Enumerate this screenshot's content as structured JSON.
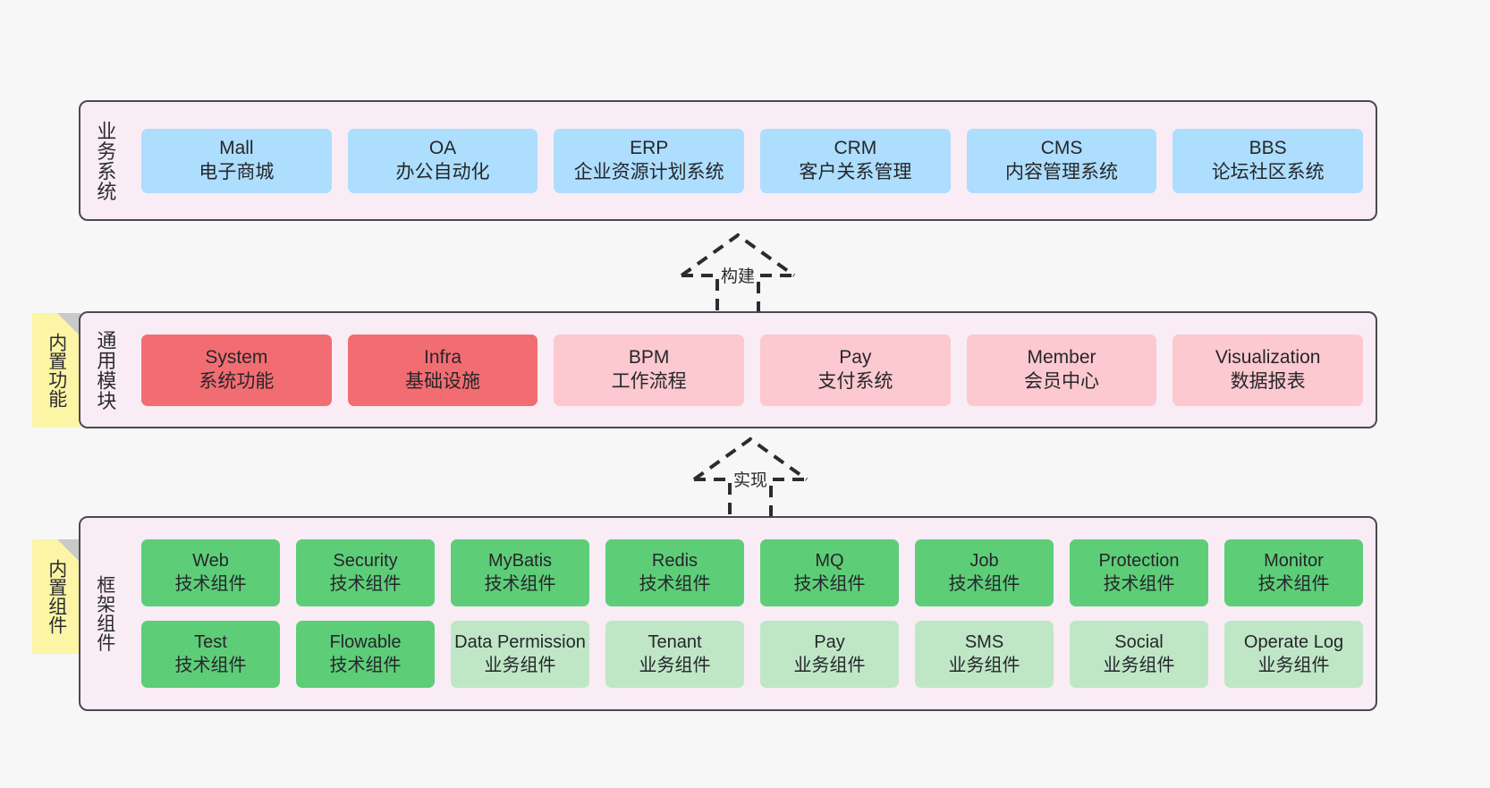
{
  "diagram": {
    "title": "Layered architecture: business systems / common modules / framework components",
    "background_color": "#f7f7f7"
  },
  "notes": [
    {
      "id": "builtin-features",
      "label": "内置功能",
      "color": "#fcf5a6"
    },
    {
      "id": "builtin-components",
      "label": "内置组件",
      "color": "#fcf5a6"
    }
  ],
  "connectors": [
    {
      "id": "build",
      "label": "构建",
      "style": "dashed-hollow-arrow-up"
    },
    {
      "id": "implement",
      "label": "实现",
      "style": "dashed-hollow-arrow-up"
    }
  ],
  "layers": [
    {
      "id": "business-system",
      "title": "业务系统",
      "fill": "#f9ecf5",
      "border": "#4a4a4f",
      "rows": [
        {
          "cells": [
            {
              "en": "Mall",
              "cn": "电子商城",
              "color": "#addefd"
            },
            {
              "en": "OA",
              "cn": "办公自动化",
              "color": "#addefd"
            },
            {
              "en": "ERP",
              "cn": "企业资源计划系统",
              "color": "#addefd"
            },
            {
              "en": "CRM",
              "cn": "客户关系管理",
              "color": "#addefd"
            },
            {
              "en": "CMS",
              "cn": "内容管理系统",
              "color": "#addefd"
            },
            {
              "en": "BBS",
              "cn": "论坛社区系统",
              "color": "#addefd"
            }
          ]
        }
      ]
    },
    {
      "id": "common-module",
      "title": "通用模块",
      "fill": "#f9ecf5",
      "border": "#4a4a4f",
      "rows": [
        {
          "cells": [
            {
              "en": "System",
              "cn": "系统功能",
              "color": "#f26d71"
            },
            {
              "en": "Infra",
              "cn": "基础设施",
              "color": "#f26d71"
            },
            {
              "en": "BPM",
              "cn": "工作流程",
              "color": "#fbc9cf"
            },
            {
              "en": "Pay",
              "cn": "支付系统",
              "color": "#fbc9cf"
            },
            {
              "en": "Member",
              "cn": "会员中心",
              "color": "#fbc9cf"
            },
            {
              "en": "Visualization",
              "cn": "数据报表",
              "color": "#fbc9cf"
            }
          ]
        }
      ]
    },
    {
      "id": "framework-component",
      "title": "框架组件",
      "fill": "#f9ecf5",
      "border": "#4a4a4f",
      "rows": [
        {
          "cells": [
            {
              "en": "Web",
              "cn": "技术组件",
              "color": "#5ecd78"
            },
            {
              "en": "Security",
              "cn": "技术组件",
              "color": "#5ecd78"
            },
            {
              "en": "MyBatis",
              "cn": "技术组件",
              "color": "#5ecd78"
            },
            {
              "en": "Redis",
              "cn": "技术组件",
              "color": "#5ecd78"
            },
            {
              "en": "MQ",
              "cn": "技术组件",
              "color": "#5ecd78"
            },
            {
              "en": "Job",
              "cn": "技术组件",
              "color": "#5ecd78"
            },
            {
              "en": "Protection",
              "cn": "技术组件",
              "color": "#5ecd78"
            },
            {
              "en": "Monitor",
              "cn": "技术组件",
              "color": "#5ecd78"
            }
          ]
        },
        {
          "cells": [
            {
              "en": "Test",
              "cn": "技术组件",
              "color": "#5ecd78"
            },
            {
              "en": "Flowable",
              "cn": "技术组件",
              "color": "#5ecd78"
            },
            {
              "en": "Data Permission",
              "cn": "业务组件",
              "color": "#bfe7c6"
            },
            {
              "en": "Tenant",
              "cn": "业务组件",
              "color": "#bfe7c6"
            },
            {
              "en": "Pay",
              "cn": "业务组件",
              "color": "#bfe7c6"
            },
            {
              "en": "SMS",
              "cn": "业务组件",
              "color": "#bfe7c6"
            },
            {
              "en": "Social",
              "cn": "业务组件",
              "color": "#bfe7c6"
            },
            {
              "en": "Operate Log",
              "cn": "业务组件",
              "color": "#bfe7c6"
            }
          ]
        }
      ]
    }
  ]
}
